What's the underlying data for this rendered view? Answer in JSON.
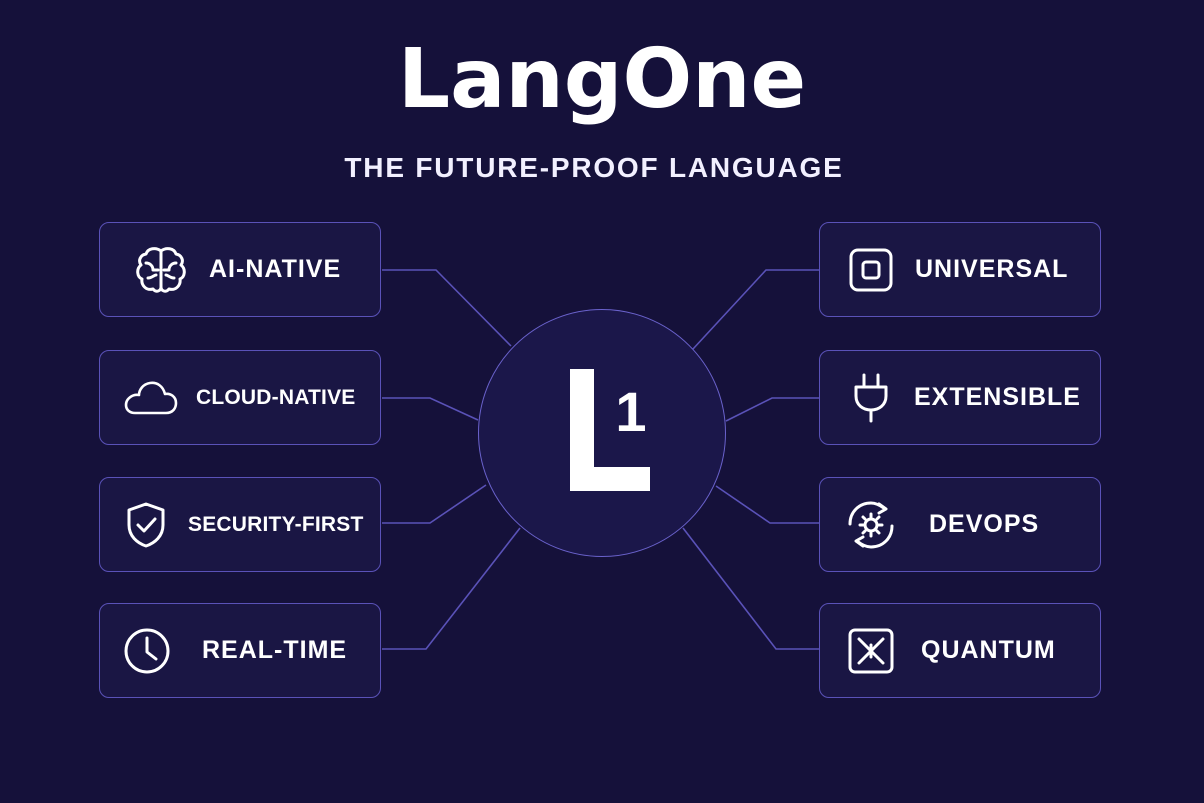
{
  "title": "LangOne",
  "subtitle": "THE FUTURE-PROOF LANGUAGE",
  "logo": {
    "mark_digit": "1",
    "mark_letter": "L"
  },
  "colors": {
    "background": "#15113a",
    "card_border": "#5a52b8",
    "connector": "#5a52b8",
    "text": "#ffffff"
  },
  "features_left": [
    {
      "label": "AI-NATIVE",
      "icon": "brain-icon"
    },
    {
      "label": "CLOUD-NATIVE",
      "icon": "cloud-icon"
    },
    {
      "label": "SECURITY-FIRST",
      "icon": "shield-check-icon"
    },
    {
      "label": "REAL-TIME",
      "icon": "clock-icon"
    }
  ],
  "features_right": [
    {
      "label": "UNIVERSAL",
      "icon": "chip-icon"
    },
    {
      "label": "EXTENSIBLE",
      "icon": "plug-icon"
    },
    {
      "label": "DEVOPS",
      "icon": "gear-cycle-icon"
    },
    {
      "label": "QUANTUM",
      "icon": "quantum-icon"
    }
  ]
}
